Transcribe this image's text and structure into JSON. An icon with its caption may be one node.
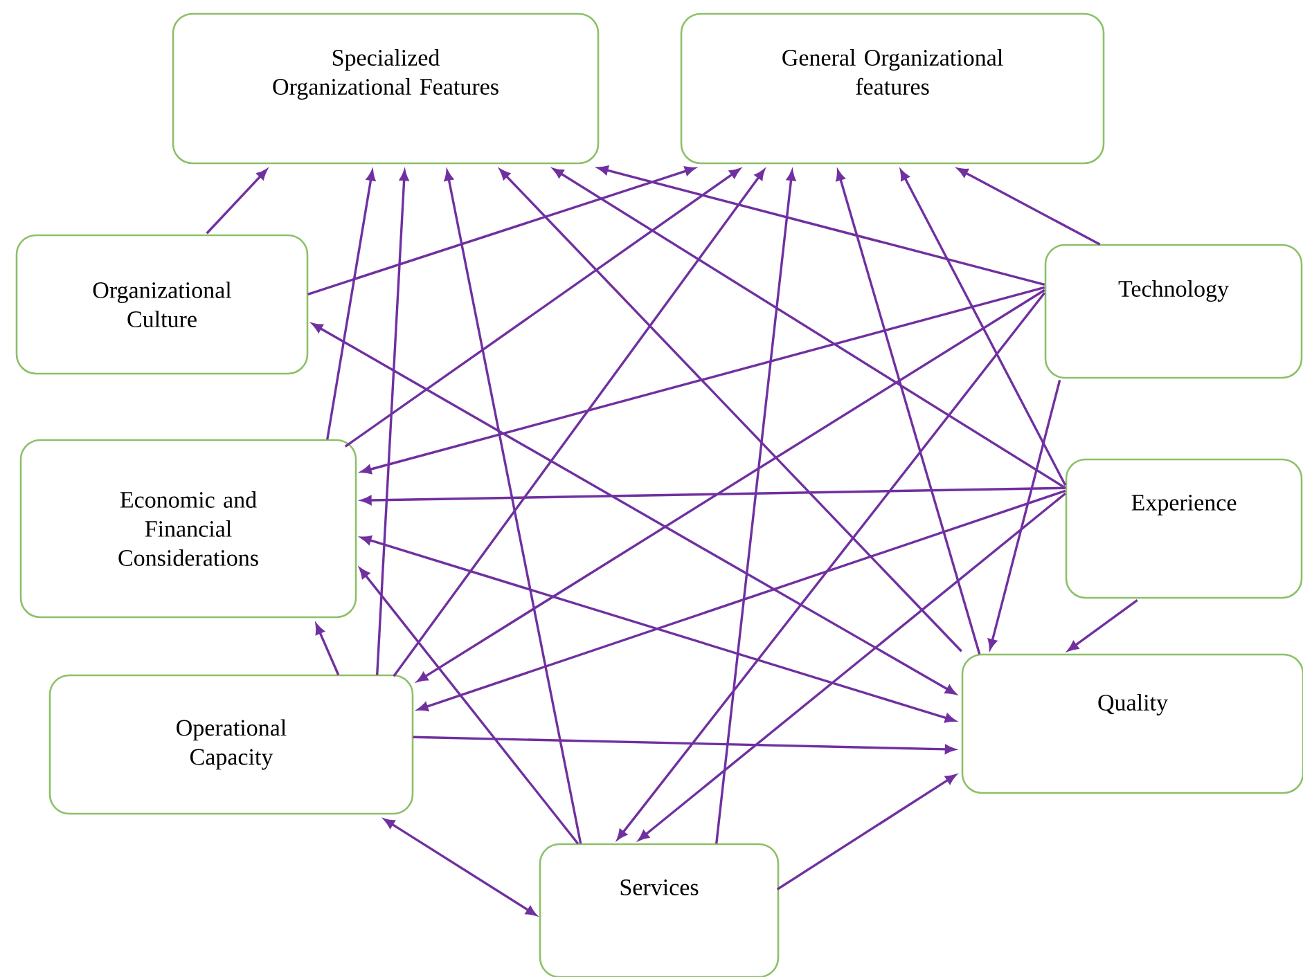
{
  "diagram": {
    "nodes": [
      {
        "text": [
          "Specialized Organizational Features"
        ]
      },
      {
        "text": [
          "General Organizational features"
        ]
      },
      {
        "text": [
          "Organizational Culture"
        ]
      },
      {
        "text": [
          "Technology"
        ]
      },
      {
        "text": [
          "Economic and Financial Considerations"
        ]
      },
      {
        "text": [
          "Experience"
        ]
      },
      {
        "text": [
          "Operational Capacity"
        ]
      },
      {
        "text": [
          "Quality"
        ]
      },
      {
        "text": [
          "Services"
        ]
      }
    ],
    "edges": [
      {
        "from": 2,
        "to": 0,
        "arrow": "to"
      },
      {
        "from": 4,
        "to": 0,
        "arrow": "to"
      },
      {
        "from": 6,
        "to": 0,
        "arrow": "to"
      },
      {
        "from": 8,
        "to": 0,
        "arrow": "to"
      },
      {
        "from": 7,
        "to": 0,
        "arrow": "to"
      },
      {
        "from": 5,
        "to": 0,
        "arrow": "to"
      },
      {
        "from": 3,
        "to": 0,
        "arrow": "to"
      },
      {
        "from": 2,
        "to": 1,
        "arrow": "to"
      },
      {
        "from": 4,
        "to": 1,
        "arrow": "to"
      },
      {
        "from": 6,
        "to": 1,
        "arrow": "to"
      },
      {
        "from": 8,
        "to": 1,
        "arrow": "to"
      },
      {
        "from": 7,
        "to": 1,
        "arrow": "to"
      },
      {
        "from": 5,
        "to": 1,
        "arrow": "to"
      },
      {
        "from": 3,
        "to": 1,
        "arrow": "to"
      },
      {
        "from": 3,
        "to": 4,
        "arrow": "to"
      },
      {
        "from": 3,
        "to": 6,
        "arrow": "to"
      },
      {
        "from": 3,
        "to": 8,
        "arrow": "to"
      },
      {
        "from": 3,
        "to": 7,
        "arrow": "to"
      },
      {
        "from": 5,
        "to": 4,
        "arrow": "to"
      },
      {
        "from": 5,
        "to": 6,
        "arrow": "to"
      },
      {
        "from": 5,
        "to": 8,
        "arrow": "to"
      },
      {
        "from": 5,
        "to": 7,
        "arrow": "to"
      },
      {
        "from": 2,
        "to": 7,
        "arrow": "both"
      },
      {
        "from": 4,
        "to": 7,
        "arrow": "both"
      },
      {
        "from": 8,
        "to": 4,
        "arrow": "to"
      },
      {
        "from": 6,
        "to": 4,
        "arrow": "to"
      },
      {
        "from": 6,
        "to": 7,
        "arrow": "to"
      },
      {
        "from": 8,
        "to": 7,
        "arrow": "to"
      },
      {
        "from": 6,
        "to": 8,
        "arrow": "both"
      }
    ]
  }
}
